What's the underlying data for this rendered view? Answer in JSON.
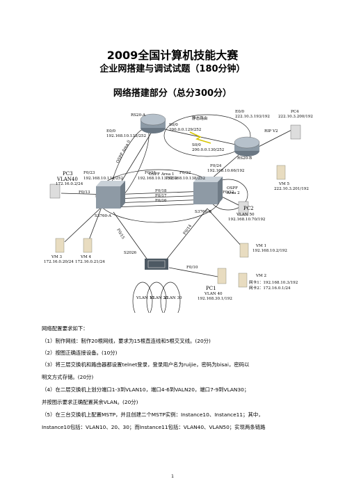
{
  "doc": {
    "title": "2009全国计算机技能大赛",
    "subtitle": "企业网搭建与调试试题（180分钟）",
    "section": "网络搭建部分（总分300分）",
    "page_number": "1"
  },
  "diagram": {
    "static_route": "静态路由",
    "rip": "RIP V2",
    "ospf_area0": "OSPF Area 0",
    "ospf_area1": "OSPF Area 1",
    "ospf_area2": "OSPF",
    "ospf_area2b": "Area 2",
    "rsa": {
      "name": "RS20-A",
      "s00": "S0/0",
      "s00_ip": "200.0.0.129/252",
      "e00": "E0/0",
      "e00_ip": "192.168.10.133/252"
    },
    "rsb": {
      "name": "RS20-B",
      "s00": "S0/0",
      "s00_ip": "200.0.0.130/252",
      "e00": "E0/0",
      "e00_ip": "222.10.3.193/192"
    },
    "pc4": {
      "name": "PC4",
      "ip": "222.10.3.200/192"
    },
    "vm5": {
      "name": "VM 5",
      "ip": "222.10.3.201/192"
    },
    "pc3": {
      "name": "PC3",
      "vlan": "VLAN40",
      "ip": "172.16.0.2/24"
    },
    "s3760a": {
      "name": "S3760-A",
      "f023": "F0/23",
      "f023_ip": "192.168.10.134/252",
      "f021": "F0/21",
      "f021_ip": "192.168.10.137/252",
      "f013": "F0/13"
    },
    "s3760b": {
      "name": "S3760-B",
      "f024": "F0/24",
      "f024_ip": "192.168.10.66/192",
      "f022": "F0/22",
      "f022_ip": "192.168.10.138/252",
      "f012": "F0/12"
    },
    "links": [
      "F0/18",
      "F0/17",
      "F0/16"
    ],
    "pc2": {
      "name": "PC2",
      "vlan": "VLAN 50",
      "ip": "192.168.10.70/192"
    },
    "vm3": {
      "name": "VM 3",
      "ip": "172.16.0.20/24"
    },
    "vm4": {
      "name": "VM 4",
      "ip": "172.16.0.21/24"
    },
    "f015": "F0/15",
    "f014": "F0/14",
    "s2026": "S2026",
    "f010": "F0/10",
    "vlans": [
      "VLAN 10",
      "VLAN 20",
      "VLAN 30"
    ],
    "pc1": {
      "name": "PC1",
      "vlan": "VLAN 40",
      "ip": "192.168.30.1/192"
    },
    "vm1": {
      "name": "VM 1",
      "ip": "192.168.10.2/192"
    },
    "vm2": {
      "name": "VM 2",
      "nic1": "网卡1：192.168.10.3/192",
      "nic2": "网卡2：172.16.0.1/24"
    }
  },
  "requirements": {
    "heading": "网络配置要求如下：",
    "item1": "（1）制作网线：制作20根网线，要求为15根直连线和5根交叉线。(20分)",
    "item2": "（2）按图正确连接设备。(10分)",
    "item3a": "（3）将三层交换机和路由器都设置telnet登录，登录用户名为ruijie，密码为bisai，密码以",
    "item3b": "明文方式存储。(20分)",
    "item4a": "（4）在二层交换机上划分端口1-3到VLAN10，端口4-6到VALN20，端口7-9到VLAN30；",
    "item4b": "并按图示要求正确配置其余VLAN。(20分)",
    "item5a": "（5）在三台交换机上配置MSTP，并且创建二个MSTP实例：Instance10、Instance11；其中，",
    "item5b": "Instance10包括：VLAN10、20、30；而Instance11包括：VLAN40、VLAN50；实现两条链路"
  }
}
